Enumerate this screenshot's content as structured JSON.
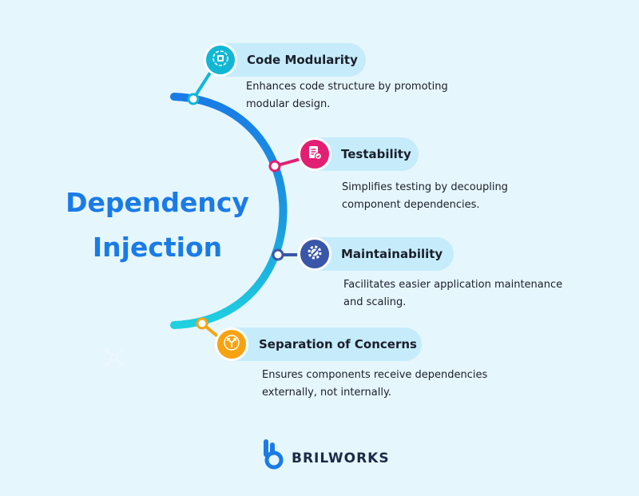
{
  "title": {
    "line1": "Dependency",
    "line2": "Injection"
  },
  "items": [
    {
      "label": "Code Modularity",
      "description_line1": "Enhances code structure by promoting",
      "description_line2": "modular design.",
      "icon": "modular-chip-icon",
      "color": "#12b7d6"
    },
    {
      "label": "Testability",
      "description_line1": "Simplifies testing by decoupling",
      "description_line2": "component dependencies.",
      "icon": "checklist-document-icon",
      "color": "#e31f73"
    },
    {
      "label": "Maintainability",
      "description_line1": "Facilitates easier application maintenance",
      "description_line2": "and scaling.",
      "icon": "gear-wrench-icon",
      "color": "#3a56a8"
    },
    {
      "label": "Separation of Concerns",
      "description_line1": "Ensures components receive dependencies",
      "description_line2": "externally, not internally.",
      "icon": "split-arrows-icon",
      "color": "#f6a313"
    }
  ],
  "brand": {
    "name": "BRILWORKS",
    "logo_icon": "brilworks-logo-icon"
  },
  "colors": {
    "background": "#e6f6fd",
    "title": "#1a7be6",
    "pill": "#c6ecfb",
    "arc_top": "#1a7be6",
    "arc_bottom": "#1fd0df"
  }
}
